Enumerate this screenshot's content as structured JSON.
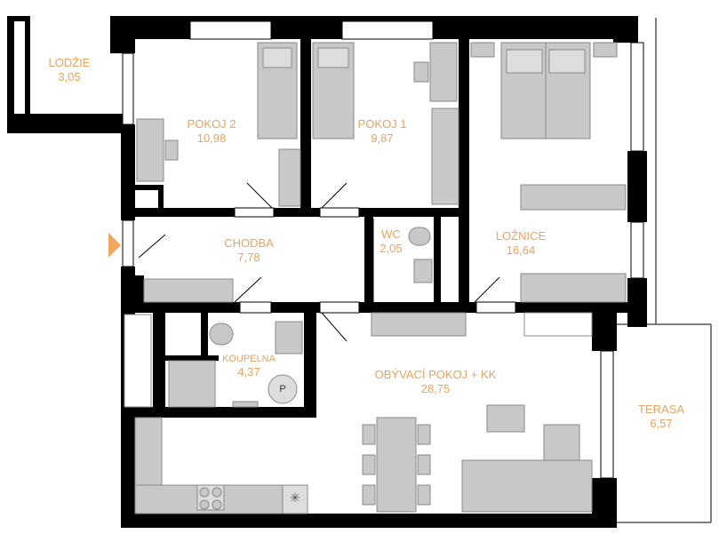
{
  "plan": {
    "colors": {
      "wall": "#000000",
      "furniture": "#c8c8c8",
      "furniture_stroke": "#8a8a8a",
      "label": "#e8a35f",
      "entry_arrow": "#f0a860",
      "terrace_line": "#555555"
    },
    "rooms": {
      "lodzie": {
        "name": "LODŽIE",
        "area": "3,05"
      },
      "pokoj2": {
        "name": "POKOJ 2",
        "area": "10,98"
      },
      "pokoj1": {
        "name": "POKOJ 1",
        "area": "9,87"
      },
      "loznice": {
        "name": "LOŽNICE",
        "area": "16,64"
      },
      "chodba": {
        "name": "CHODBA",
        "area": "7,78"
      },
      "wc": {
        "name": "WC",
        "area": "2,05"
      },
      "koupelna": {
        "name": "KOUPELNA",
        "area": "4,37"
      },
      "obyvaci": {
        "name": "OBÝVACÍ POKOJ + KK",
        "area": "28,75"
      },
      "terasa": {
        "name": "TERASA",
        "area": "6,57"
      }
    },
    "symbols": {
      "washer": "P",
      "hood": "✳"
    },
    "icons": {
      "entry": "entry-arrow-icon"
    }
  }
}
